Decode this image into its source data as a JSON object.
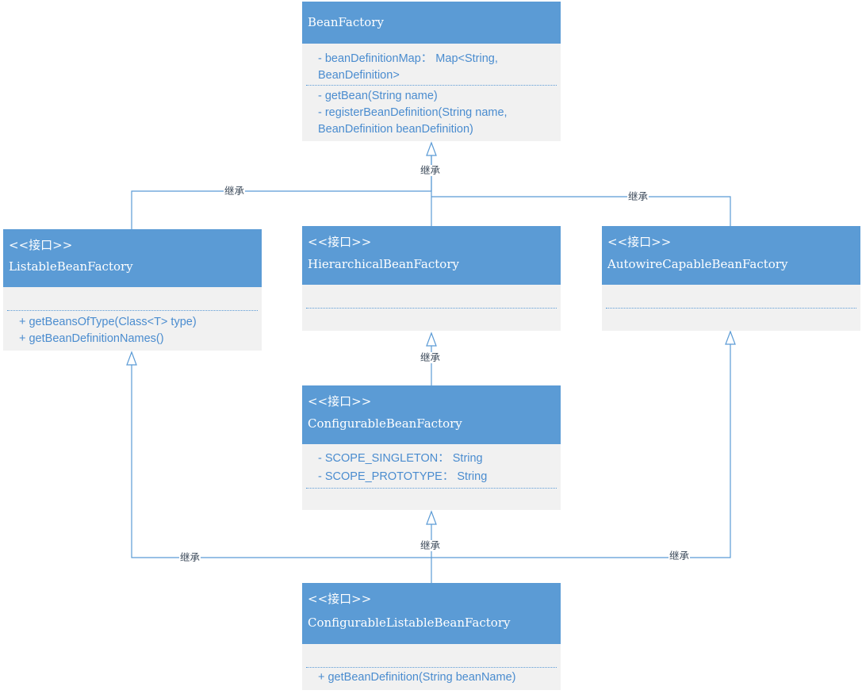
{
  "classes": {
    "bean_factory": {
      "name": "BeanFactory",
      "attributes": [
        "- beanDefinitionMap： Map<String,",
        "BeanDefinition>"
      ],
      "methods": [
        "- getBean(String name)",
        "- registerBeanDefinition(String name,",
        "BeanDefinition beanDefinition)"
      ]
    },
    "listable": {
      "stereotype": "<<接口>>",
      "name": "ListableBeanFactory",
      "methods": [
        "+ getBeansOfType(Class<T> type)",
        "+ getBeanDefinitionNames()"
      ]
    },
    "hierarchical": {
      "stereotype": "<<接口>>",
      "name": "HierarchicalBeanFactory"
    },
    "autowire": {
      "stereotype": "<<接口>>",
      "name": "AutowireCapableBeanFactory"
    },
    "configurable": {
      "stereotype": "<<接口>>",
      "name": "ConfigurableBeanFactory",
      "attributes": [
        "- SCOPE_SINGLETON： String",
        "- SCOPE_PROTOTYPE： String"
      ]
    },
    "configurable_listable": {
      "stereotype": "<<接口>>",
      "name": "ConfigurableListableBeanFactory",
      "methods": [
        "+ getBeanDefinition(String beanName)"
      ]
    }
  },
  "edges": {
    "inherit_label": "继承"
  },
  "colors": {
    "header": "#5b9bd5",
    "body": "#f1f1f1",
    "member_text": "#4a8ccf",
    "connector": "#5b9bd5",
    "label_text": "#3c4a5a"
  }
}
